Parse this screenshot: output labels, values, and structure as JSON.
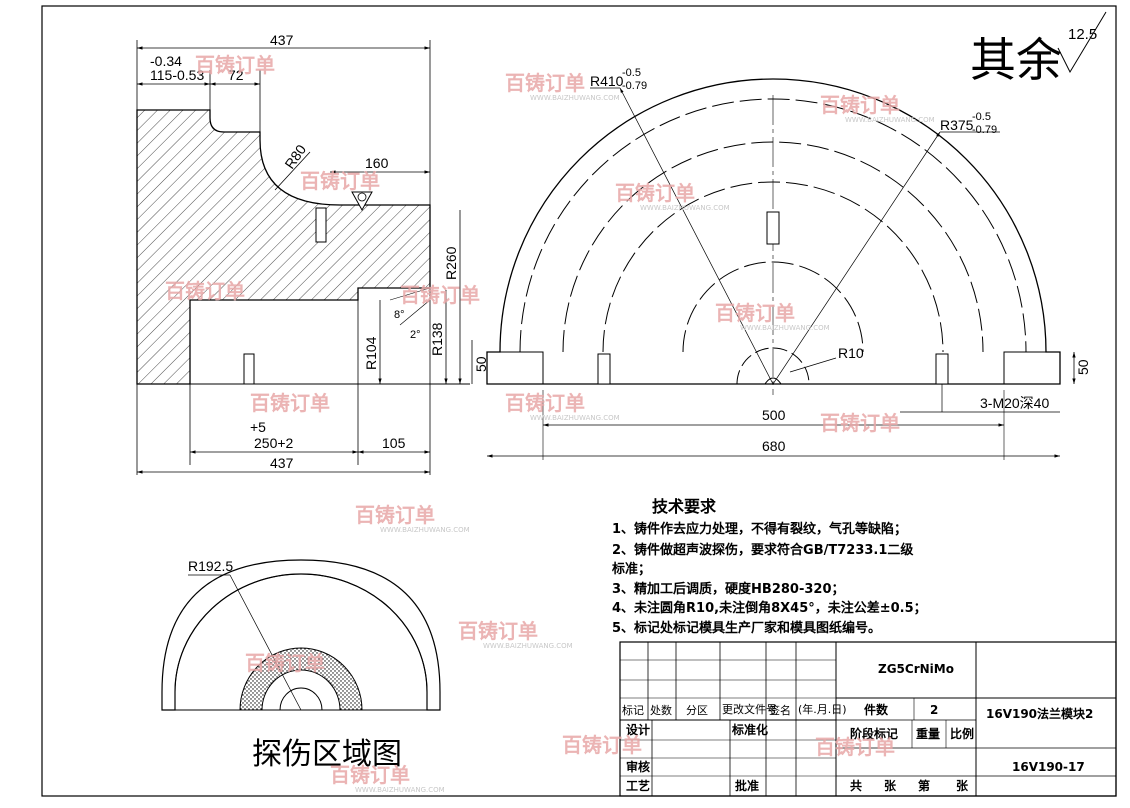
{
  "roughness": {
    "label": "其余",
    "value": "12.5"
  },
  "left_view": {
    "dim_437_top": "437",
    "dim_tol_upper": "-0.34",
    "dim_115": "115-0.53",
    "dim_72": "72",
    "dim_r80": "R80",
    "dim_160": "160",
    "dim_r260": "R260",
    "dim_r104": "R104",
    "dim_r138": "R138",
    "dim_50_left": "50",
    "dim_deg1": "8°",
    "dim_deg2": "2°",
    "dim_tol_plus5": "+5",
    "dim_250": "250+2",
    "dim_105": "105",
    "dim_437_bottom": "437"
  },
  "right_view": {
    "r410": "R410",
    "r410_tol_up": "-0.5",
    "r410_tol_lo": "-0.79",
    "r375": "R375",
    "r375_tol_up": "-0.5",
    "r375_tol_lo": "-0.79",
    "r10": "R10",
    "dim_500": "500",
    "dim_680": "680",
    "dim_50_right": "50",
    "thread_note": "3-M20深40"
  },
  "inspection_view": {
    "r1925": "R192.5",
    "title": "探伤区域图"
  },
  "tech_requirements": {
    "title": "技术要求",
    "items": [
      "1、铸件作去应力处理，不得有裂纹，气孔等缺陷；",
      "2、铸件做超声波探伤，要求符合GB/T7233.1二级",
      "标准；",
      "3、精加工后调质，硬度HB280-320；",
      "4、未注圆角R10,未注倒角8X45°，未注公差±0.5；",
      "5、标记处标记模具生产厂家和模具图纸编号。"
    ]
  },
  "title_block": {
    "material": "ZG5CrNiMo",
    "part_name": "16V190法兰模块2",
    "drawing_no": "16V190-17",
    "quantity_label": "件数",
    "quantity": "2",
    "header_cells": [
      "标记",
      "处数",
      "分区",
      "更改文件号",
      "签名",
      "(年.月.日)"
    ],
    "design": "设计",
    "standardize": "标准化",
    "stage_mark": "阶段标记",
    "weight": "重量",
    "scale": "比例",
    "review": "审核",
    "process": "工艺",
    "approve": "批准",
    "total": "共",
    "sheets": "张",
    "sheet_no": "第",
    "sheets2": "张"
  },
  "watermark": {
    "brand": "百铸订单",
    "url": "WWW.BAIZHUWANG.COM"
  }
}
